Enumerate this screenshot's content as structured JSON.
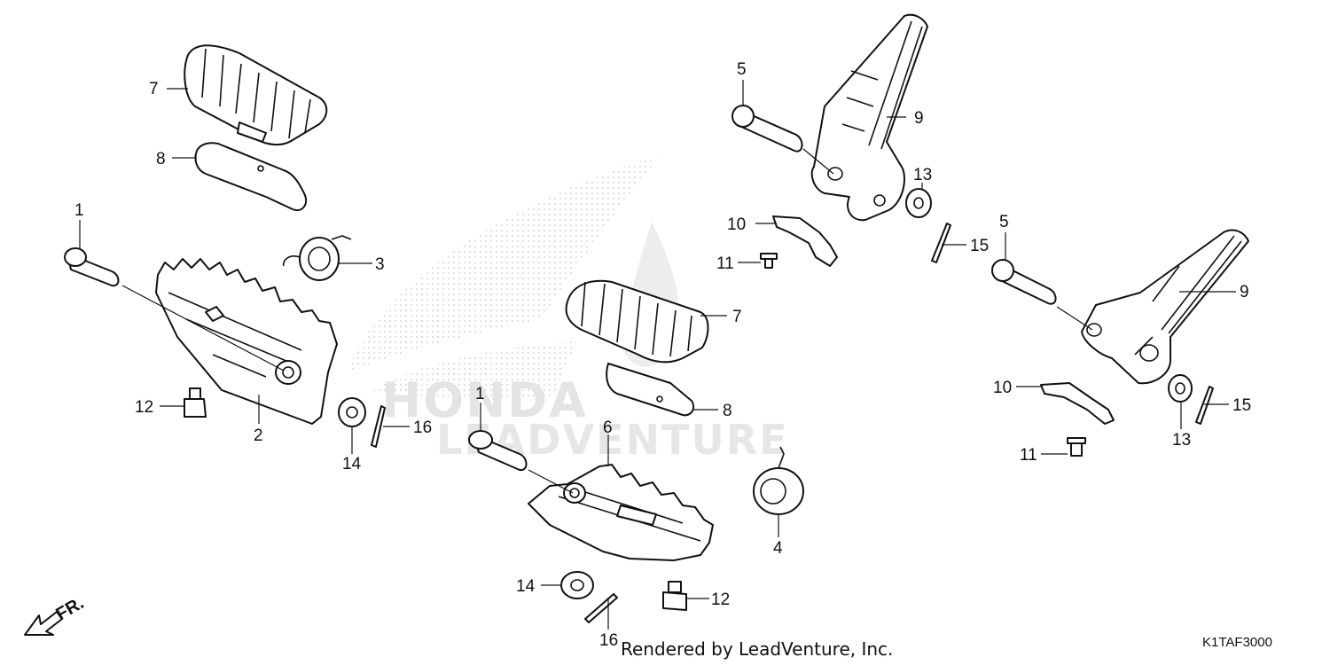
{
  "diagram": {
    "diagram_code": "K1TAF3000",
    "watermark_text": "LEADVENTURE",
    "watermark_logo_text": "HONDA",
    "render_credit": "Rendered by LeadVenture, Inc.",
    "direction_label": "FR.",
    "callouts": [
      "1",
      "1",
      "2",
      "3",
      "4",
      "5",
      "5",
      "6",
      "7",
      "7",
      "8",
      "8",
      "9",
      "9",
      "10",
      "10",
      "11",
      "11",
      "12",
      "12",
      "13",
      "13",
      "14",
      "14",
      "15",
      "15",
      "16",
      "16"
    ]
  }
}
